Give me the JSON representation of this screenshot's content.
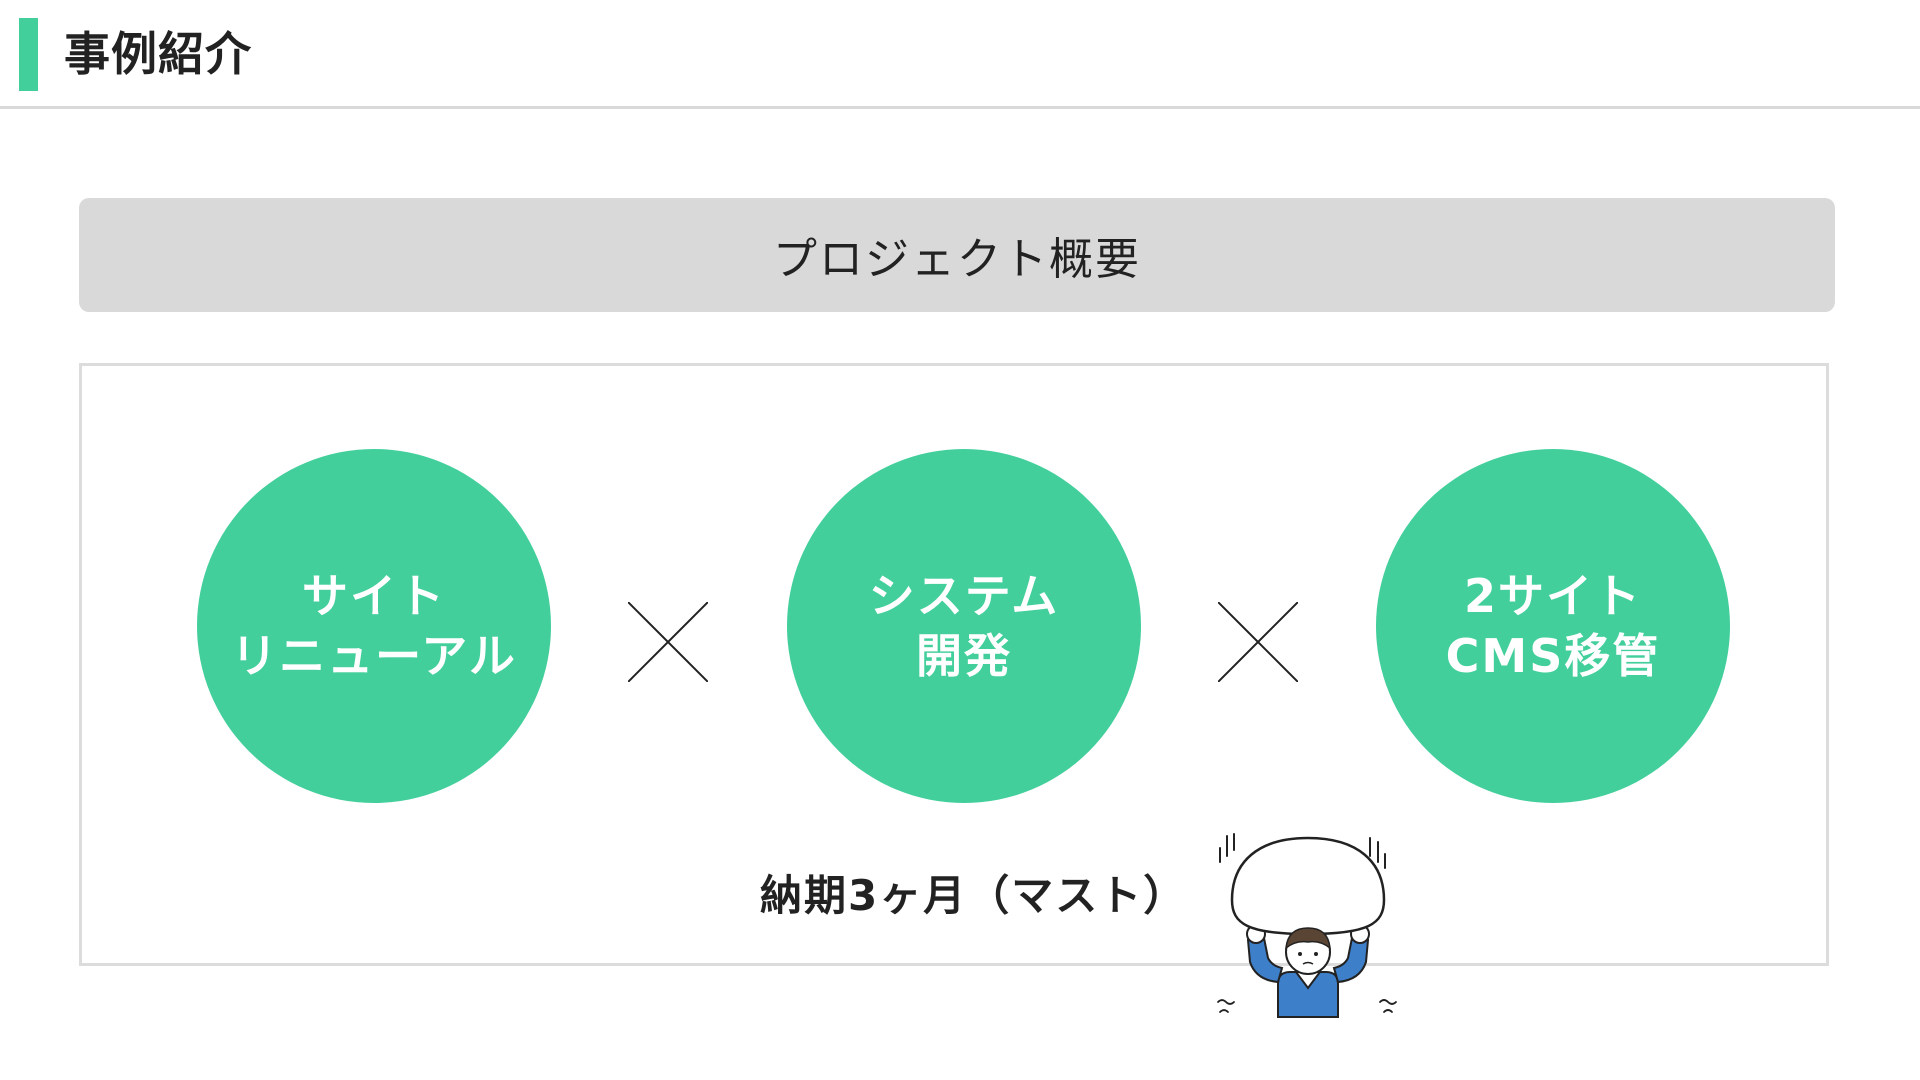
{
  "header": {
    "title": "事例紹介",
    "accent_color": "#43cf9c"
  },
  "overview": {
    "title": "プロジェクト概要"
  },
  "items": [
    {
      "line1": "サイト",
      "line2": "リニューアル"
    },
    {
      "line1": "システム",
      "line2": "開発"
    },
    {
      "line1": "2サイト",
      "line2": "CMS移管"
    }
  ],
  "deadline": "納期3ヶ月（マスト）",
  "icons": {
    "multiply": "multiply-icon",
    "person": "person-lifting-burden-illustration"
  }
}
